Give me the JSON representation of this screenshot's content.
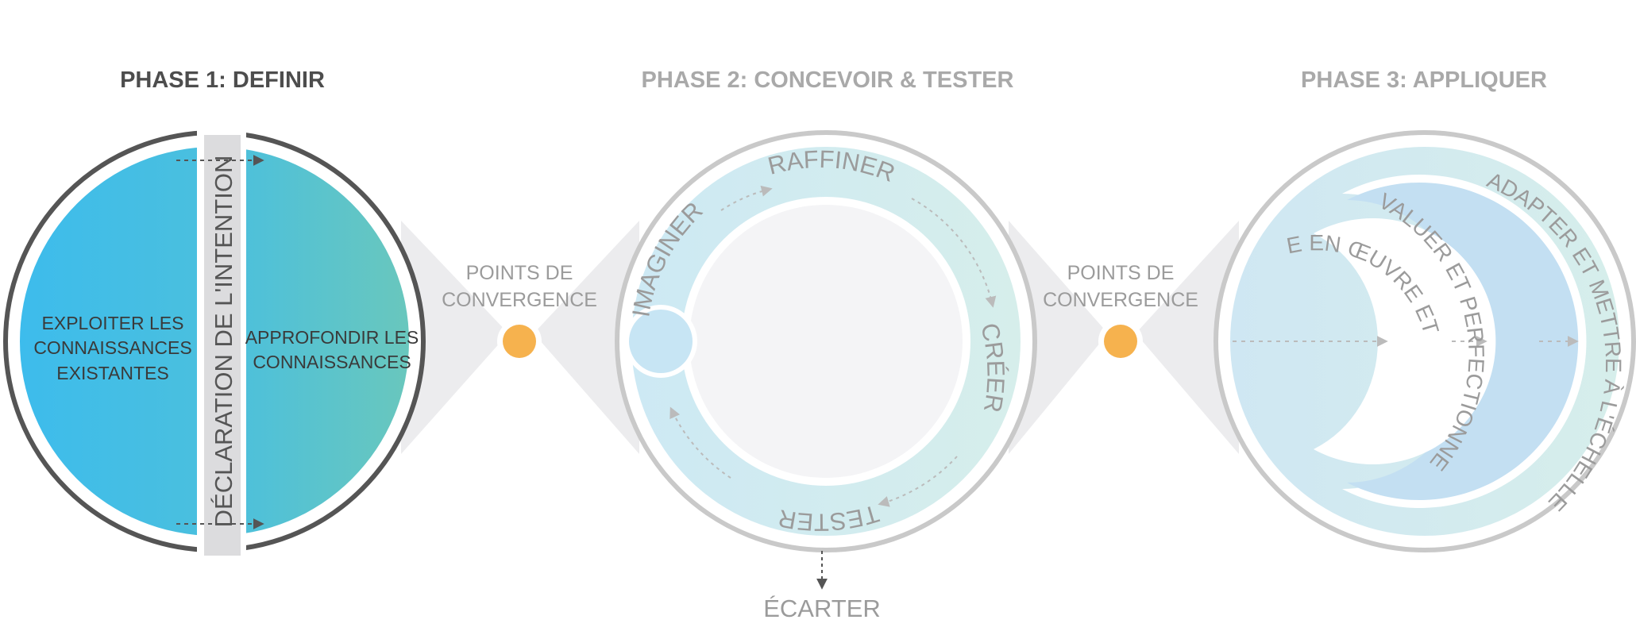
{
  "phases": [
    {
      "title": "PHASE 1: DEFINIR",
      "active": true
    },
    {
      "title": "PHASE 2: CONCEVOIR & TESTER",
      "active": false
    },
    {
      "title": "PHASE 3: APPLIQUER",
      "active": false
    }
  ],
  "phase1": {
    "left_lines": [
      "EXPLOITER LES",
      "CONNAISSANCES",
      "EXISTANTES"
    ],
    "right_lines": [
      "APPROFONDIR LES",
      "CONNAISSANCES"
    ],
    "divider_label": "DÉCLARATION DE L'INTENTION"
  },
  "convergence": [
    {
      "lines": [
        "POINTS DE",
        "CONVERGENCE"
      ]
    },
    {
      "lines": [
        "POINTS DE",
        "CONVERGENCE"
      ]
    }
  ],
  "phase2": {
    "steps": [
      "IMAGINER",
      "RAFFINER",
      "CRÉER",
      "TESTER"
    ],
    "exit_label": "ÉCARTER"
  },
  "phase3": {
    "rings": [
      "METTRE EN ŒUVRE ET SUIVRE",
      "ÉVALUER ET PERFECTIONNER",
      "ADAPTER ET METTRE À L'ÉCHELLE"
    ]
  },
  "colors": {
    "active_title": "#4d4d4d",
    "inactive_title": "#a9a9a9",
    "label": "#9b9b9b",
    "ring_dark": "#555555",
    "ring_light": "#c9c9c9",
    "blue": "#3dbbe8",
    "teal": "#65c6c0",
    "convergence_dot": "#f6b24e"
  },
  "icons": [
    "arrow-right-icon",
    "arrow-down-icon",
    "convergence-dot-icon"
  ]
}
